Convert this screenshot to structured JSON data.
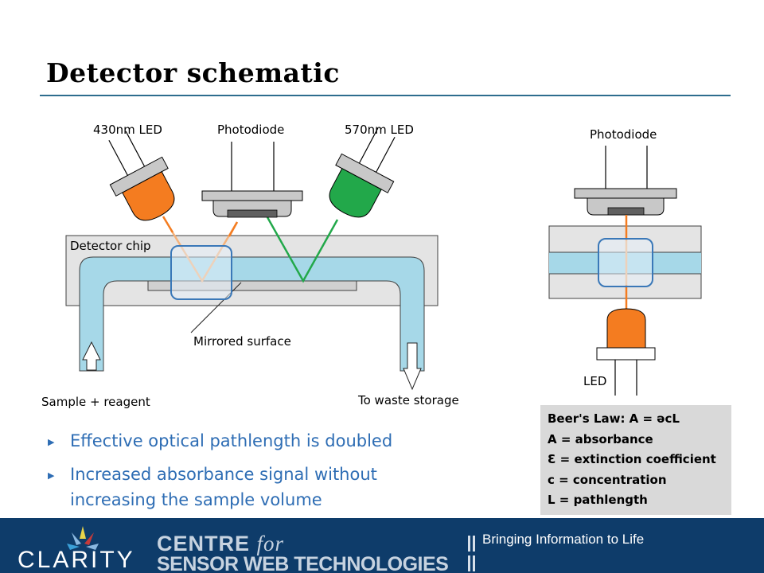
{
  "title": "Detector schematic",
  "labels": {
    "led430": "430nm LED",
    "photodiode_main": "Photodiode",
    "led570": "570nm LED",
    "detector_chip": "Detector chip",
    "mirrored_surface": "Mirrored surface",
    "sample_in": "Sample + reagent",
    "waste_out": "To waste storage",
    "photodiode_side": "Photodiode",
    "led_side": "LED"
  },
  "bullets": [
    "Effective optical pathlength is doubled",
    "Increased absorbance signal without increasing the sample volume"
  ],
  "beers_law": {
    "heading": "Beer's Law:  A = ǝcL",
    "lines": [
      "A = absorbance",
      "Ɛ = extinction coefficient",
      "c = concentration",
      "L = pathlength"
    ]
  },
  "footer": {
    "logo_text": "CLARITY",
    "centre_word": "CENTRE",
    "for_word": "for",
    "sensor_line": "SENSOR WEB TECHNOLOGIES",
    "tagline": "Bringing Information to Life"
  },
  "colors": {
    "accent_rule": "#2e6d8e",
    "channel": "#a6d8e8",
    "chip": "#e4e4e4",
    "led_orange": "#f47c20",
    "led_green": "#22a84a",
    "highlight_box": "#3a78b8",
    "footer_bg": "#0e3c6a",
    "bullet_text": "#2e6db4"
  }
}
